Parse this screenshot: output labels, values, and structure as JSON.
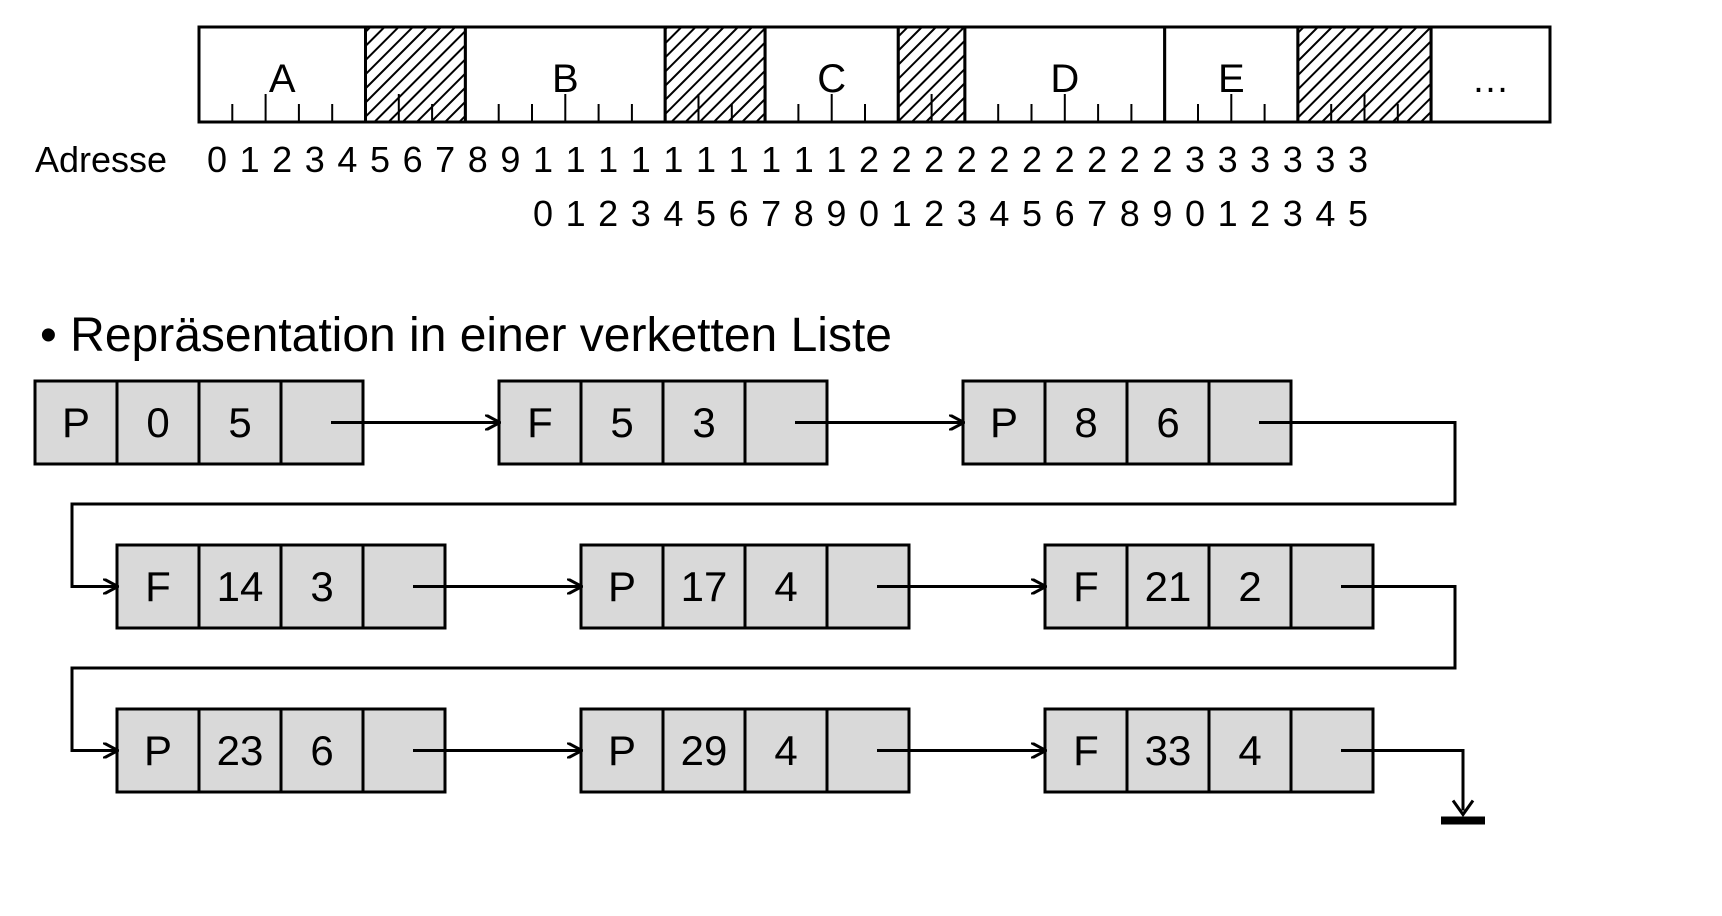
{
  "memory": {
    "segments": [
      {
        "kind": "P",
        "label": "A",
        "start": 0,
        "length": 5
      },
      {
        "kind": "F",
        "label": "",
        "start": 5,
        "length": 3
      },
      {
        "kind": "P",
        "label": "B",
        "start": 8,
        "length": 6
      },
      {
        "kind": "F",
        "label": "",
        "start": 14,
        "length": 3
      },
      {
        "kind": "P",
        "label": "C",
        "start": 17,
        "length": 4
      },
      {
        "kind": "F",
        "label": "",
        "start": 21,
        "length": 2
      },
      {
        "kind": "P",
        "label": "D",
        "start": 23,
        "length": 6
      },
      {
        "kind": "P",
        "label": "E",
        "start": 29,
        "length": 4
      },
      {
        "kind": "F",
        "label": "",
        "start": 33,
        "length": 4
      }
    ],
    "ellipsis": "…",
    "address_label": "Adresse",
    "address_first_row": [
      "0",
      "1",
      "2",
      "3",
      "4",
      "5",
      "6",
      "7",
      "8",
      "9",
      "1",
      "1",
      "1",
      "1",
      "1",
      "1",
      "1",
      "1",
      "1",
      "1",
      "2",
      "2",
      "2",
      "2",
      "2",
      "2",
      "2",
      "2",
      "2",
      "2",
      "3",
      "3",
      "3",
      "3",
      "3",
      "3"
    ],
    "address_second_row": [
      "",
      "",
      "",
      "",
      "",
      "",
      "",
      "",
      "",
      "",
      "0",
      "1",
      "2",
      "3",
      "4",
      "5",
      "6",
      "7",
      "8",
      "9",
      "0",
      "1",
      "2",
      "3",
      "4",
      "5",
      "6",
      "7",
      "8",
      "9",
      "0",
      "1",
      "2",
      "3",
      "4",
      "5"
    ]
  },
  "bullet": {
    "symbol": "•",
    "text": "Repräsentation in einer verketten Liste"
  },
  "list_nodes": [
    {
      "type": "P",
      "start": "0",
      "length": "5"
    },
    {
      "type": "F",
      "start": "5",
      "length": "3"
    },
    {
      "type": "P",
      "start": "8",
      "length": "6"
    },
    {
      "type": "F",
      "start": "14",
      "length": "3"
    },
    {
      "type": "P",
      "start": "17",
      "length": "4"
    },
    {
      "type": "F",
      "start": "21",
      "length": "2"
    },
    {
      "type": "P",
      "start": "23",
      "length": "6"
    },
    {
      "type": "P",
      "start": "29",
      "length": "4"
    },
    {
      "type": "F",
      "start": "33",
      "length": "4"
    }
  ],
  "colors": {
    "node_fill": "#d9d9d9",
    "stroke": "#000000",
    "hatch": "#000000",
    "background": "#ffffff"
  }
}
